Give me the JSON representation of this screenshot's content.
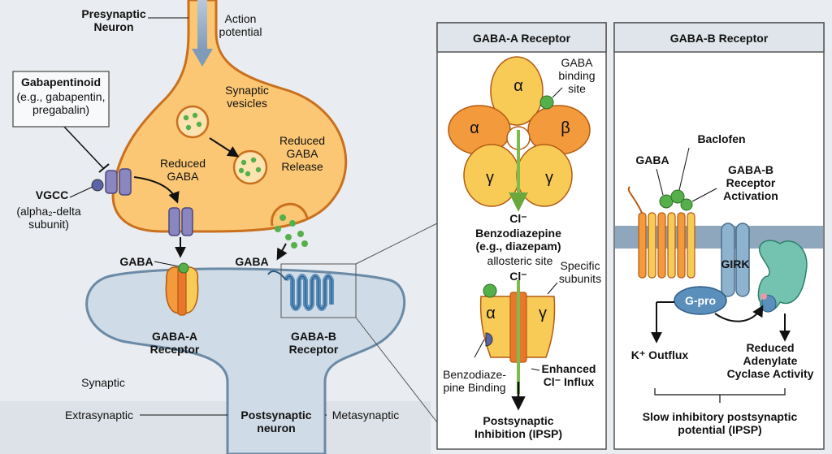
{
  "colors": {
    "background": "#e9ecf0",
    "terminal_fill": "#fbc774",
    "terminal_stroke": "#c9701e",
    "postsynaptic_fill": "#cfdbe6",
    "postsynaptic_stroke": "#6b8aa6",
    "gaba_green": "#55b04b",
    "receptor_orange": "#f39a3c",
    "receptor_yellow": "#f8cb57",
    "membrane_blue": "#8fa7bd",
    "channel_purple": "#8a86bf",
    "girk_blue": "#8eb3cf",
    "adenylate_teal": "#73c3b0",
    "gpro_blue": "#5b8fbb",
    "panel_header": "#dfe5eb",
    "arrow_green": "#7dbb4e"
  },
  "left": {
    "presynaptic": "Presynaptic\nNeuron",
    "action_potential": "Action\npotential",
    "synaptic_vesicles": "Synaptic\nvesicles",
    "reduced_gaba_release": "Reduced\nGABA\nRelease",
    "reduced_gaba": "Reduced\nGABA",
    "gabapentinoid_title": "Gabapentinoid",
    "gabapentinoid_body": "(e.g., gabapentin,\npregabalin)",
    "vgcc": "VGCC",
    "vgcc_sub": "(alpha₂-delta\nsubunit)",
    "gaba_left": "GABA",
    "gaba_right": "GABA",
    "gaba_a_receptor": "GABA-A\nReceptor",
    "gaba_b_receptor": "GABA-B\nReceptor",
    "synaptic": "Synaptic",
    "extrasynaptic": "Extrasynaptic",
    "metasynaptic": "Metasynaptic",
    "postsynaptic": "Postsynaptic\nneuron"
  },
  "panel_a": {
    "title": "GABA-A Receptor",
    "alpha": "α",
    "beta": "β",
    "gamma": "γ",
    "gaba_binding_site": "GABA\nbinding\nsite",
    "cl": "Cl⁻",
    "benzodiazepine": "Benzodiazepine\n(e.g., diazepam)",
    "allosteric_site": "allosteric site",
    "cl2": "Cl⁻",
    "specific_subunits": "Specific\nsubunits",
    "benzo_binding": "Benzodiaze-\npine Binding",
    "enhanced_influx": "Enhanced\nCl⁻ Influx",
    "postsynaptic_inhibition": "Postsynaptic\nInhibition (IPSP)"
  },
  "panel_b": {
    "title": "GABA-B Receptor",
    "baclofen": "Baclofen",
    "gaba": "GABA",
    "activation": "GABA-B\nReceptor\nActivation",
    "girk": "GIRK",
    "gpro": "G-pro",
    "k_outflux": "K⁺ Outflux",
    "reduced_ac": "Reduced\nAdenylate\nCyclase Activity",
    "slow_ipsp": "Slow inhibitory postsynaptic\npotential (IPSP)"
  }
}
